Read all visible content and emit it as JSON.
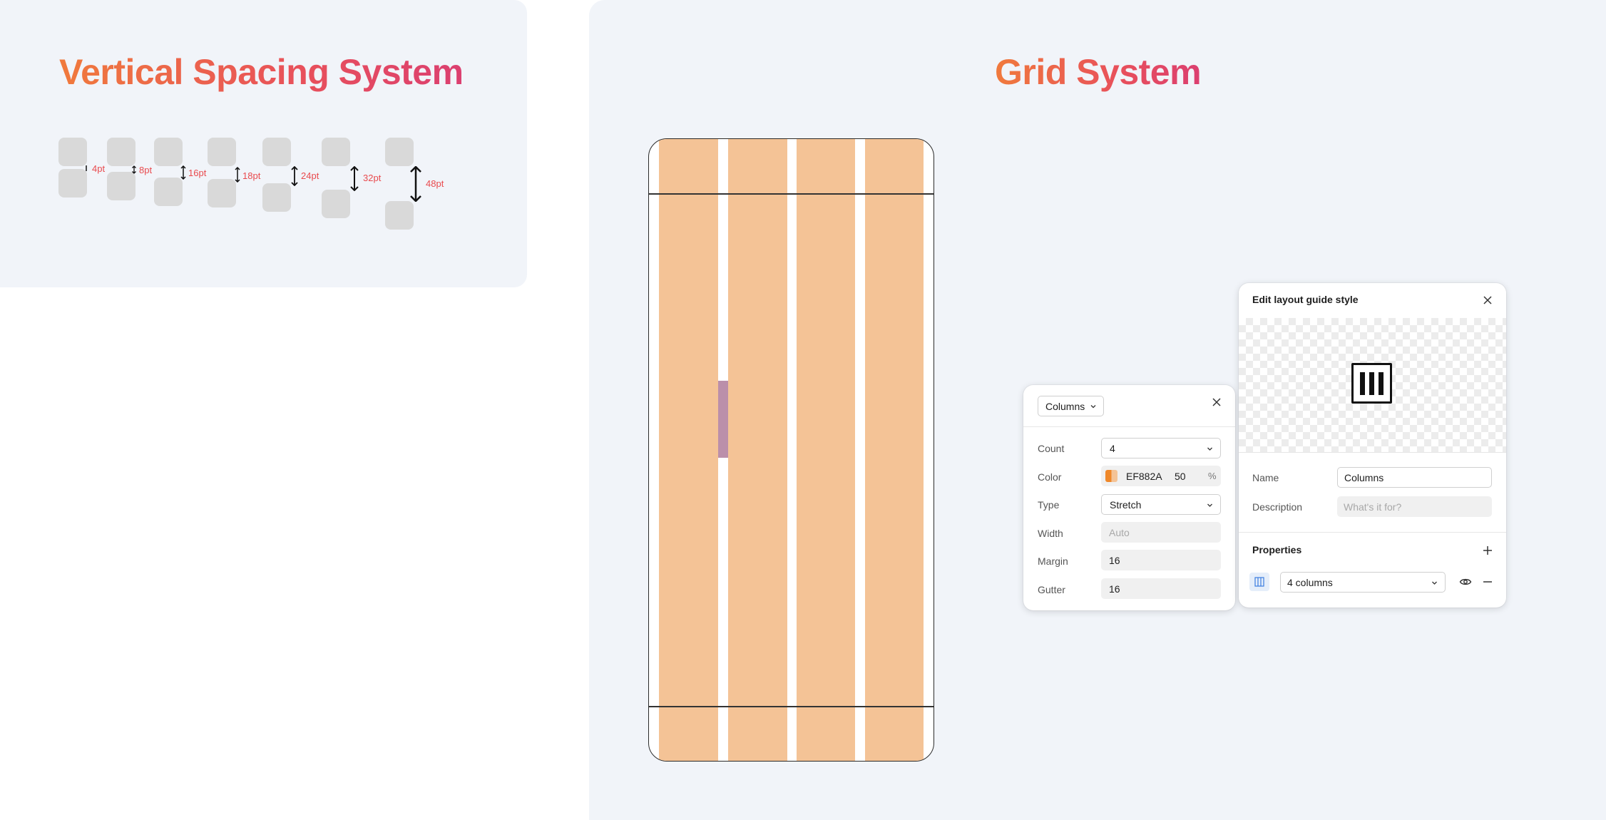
{
  "spacing": {
    "title": "Vertical Spacing System",
    "labels": [
      "4pt",
      "8pt",
      "16pt",
      "18pt",
      "24pt",
      "32pt",
      "48pt"
    ]
  },
  "grid": {
    "title": "Grid System"
  },
  "columns_card": {
    "type_select": "Columns",
    "count_label": "Count",
    "count_value": "4",
    "color_label": "Color",
    "color_hex": "EF882A",
    "color_opacity": "50",
    "color_unit": "%",
    "type_label": "Type",
    "type_value": "Stretch",
    "width_label": "Width",
    "width_placeholder": "Auto",
    "margin_label": "Margin",
    "margin_value": "16",
    "gutter_label": "Gutter",
    "gutter_value": "16"
  },
  "style_card": {
    "title": "Edit layout guide style",
    "name_label": "Name",
    "name_value": "Columns",
    "description_label": "Description",
    "description_placeholder": "What's it for?",
    "properties_label": "Properties",
    "property_value": "4 columns"
  },
  "colors": {
    "column_fill": "#f4c396",
    "accent": "#ef882a",
    "label_red": "#e94a4e",
    "panel_bg": "#f1f4f9"
  },
  "icons": [
    "close-icon",
    "chevron-down-icon",
    "plus-icon",
    "minus-icon",
    "eye-icon",
    "columns-layout-icon"
  ]
}
